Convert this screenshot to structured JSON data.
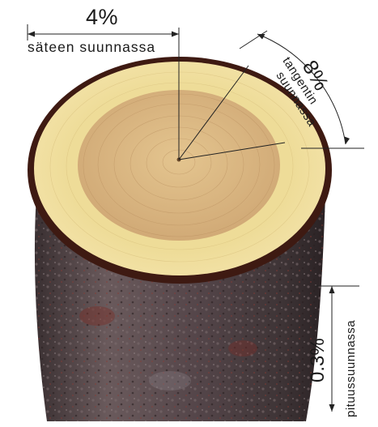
{
  "radial": {
    "value": "4%",
    "label": "säteen suunnassa"
  },
  "tangential": {
    "value": "8%",
    "label_line1": "tangentin",
    "label_line2": "suunnassa"
  },
  "longitudinal": {
    "value": "0.3%",
    "label": "pituussuunnassa"
  },
  "colors": {
    "bark": "#3e1a12",
    "bark_side": "#5a4a4c",
    "sapwood": "#ecd994",
    "heartwood": "#d8b583",
    "line": "#222222"
  }
}
